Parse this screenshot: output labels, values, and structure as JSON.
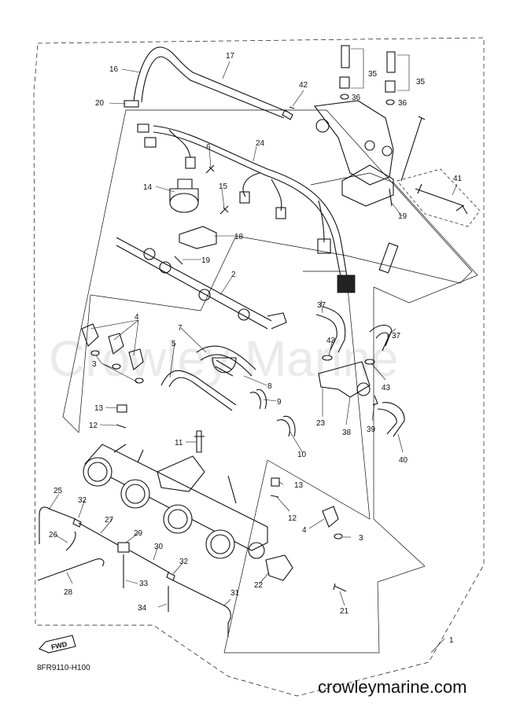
{
  "watermark": "Crowley Marine",
  "drawing_code": "8FR9110-H100",
  "site": "crowleymarine.com",
  "fwd_label": "FWD",
  "callouts": {
    "c1": "1",
    "c2": "2",
    "c3a": "3",
    "c3b": "3",
    "c4a": "4",
    "c4b": "4",
    "c5": "5",
    "c6": "6",
    "c7": "7",
    "c8": "8",
    "c9": "9",
    "c10": "10",
    "c11": "11",
    "c12a": "12",
    "c12b": "12",
    "c13a": "13",
    "c13b": "13",
    "c14": "14",
    "c15": "15",
    "c16": "16",
    "c17": "17",
    "c18": "18",
    "c19a": "19",
    "c19b": "19",
    "c20": "20",
    "c21": "21",
    "c22": "22",
    "c23": "23",
    "c24": "24",
    "c25": "25",
    "c26": "26",
    "c27": "27",
    "c28": "28",
    "c29": "29",
    "c30": "30",
    "c31": "31",
    "c32a": "32",
    "c32b": "32",
    "c33": "33",
    "c34": "34",
    "c35a": "35",
    "c35b": "35",
    "c36a": "36",
    "c36b": "36",
    "c37a": "37",
    "c37b": "37",
    "c38": "38",
    "c39": "39",
    "c40": "40",
    "c41": "41",
    "c42": "42",
    "c43a": "43",
    "c43b": "43"
  }
}
